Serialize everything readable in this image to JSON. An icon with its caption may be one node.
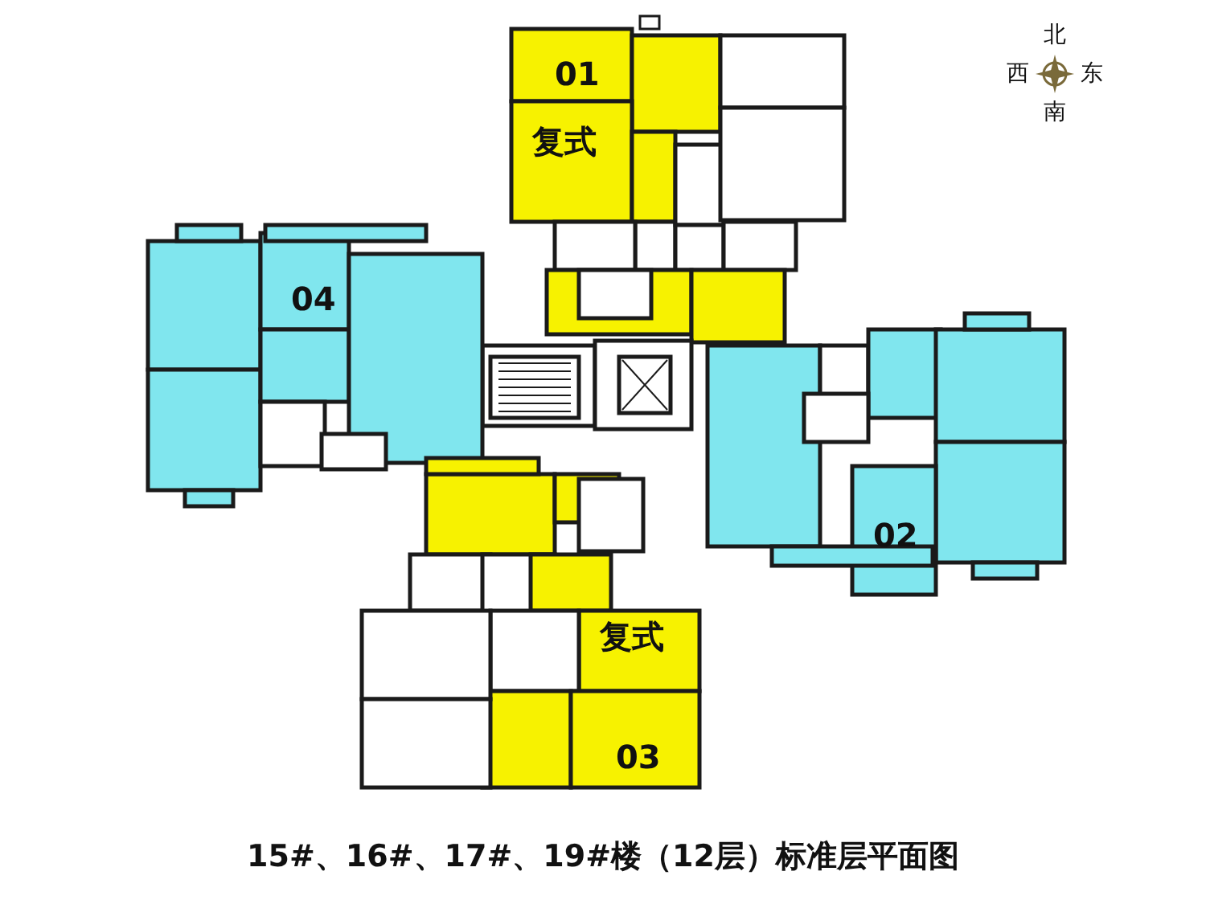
{
  "diagram": {
    "caption": "15#、16#、17#、19#楼（12层）标准层平面图",
    "labels": [
      "北",
      "01",
      "西",
      "东",
      "南",
      "复式",
      "04",
      "02",
      "复式",
      "03"
    ]
  }
}
